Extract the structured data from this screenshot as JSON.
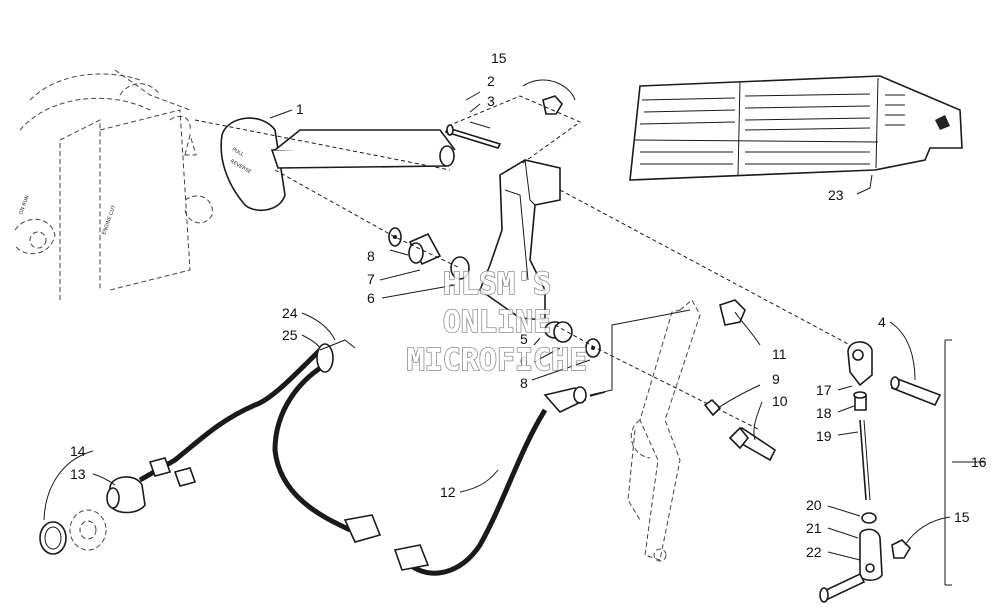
{
  "diagram": {
    "callouts": [
      "1",
      "2",
      "3",
      "4",
      "5",
      "6",
      "7",
      "8",
      "9",
      "10",
      "11",
      "12",
      "13",
      "14",
      "15",
      "16",
      "17",
      "18",
      "19",
      "20",
      "21",
      "22",
      "23",
      "24",
      "25"
    ],
    "watermark": [
      "HLSM'S",
      "ONLINE",
      "MICROFICHE"
    ]
  }
}
